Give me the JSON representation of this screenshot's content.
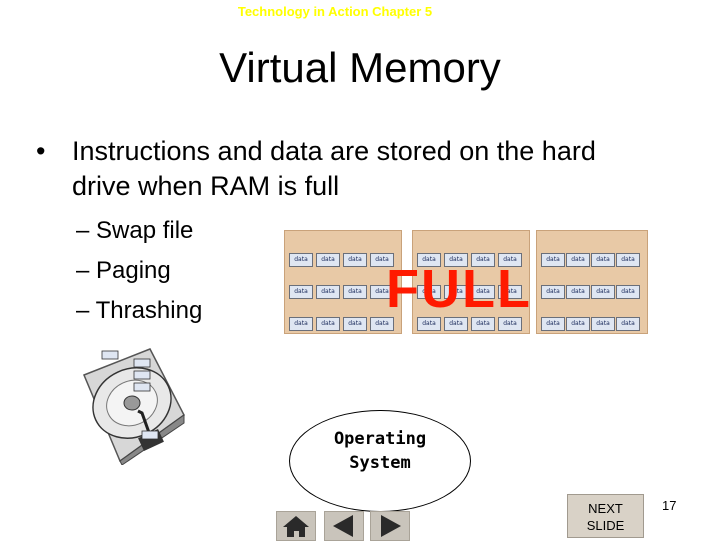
{
  "header": {
    "text": "Technology in Action Chapter 5"
  },
  "title": "Virtual Memory",
  "bullet": {
    "marker": "•",
    "text": "Instructions and data are stored on the hard drive when RAM is full"
  },
  "subitems": [
    "– Swap file",
    "– Paging",
    "– Thrashing"
  ],
  "ram_overlay_text": "FULL",
  "ram_cell_label": "data",
  "os_label": {
    "line1": "Operating",
    "line2": "System"
  },
  "next_button": {
    "line1": "NEXT",
    "line2": "SLIDE"
  },
  "page_number": "17",
  "nav": [
    "home-icon",
    "arrow-left-icon",
    "arrow-right-icon"
  ],
  "colors": {
    "header": "#ffff00",
    "full": "#ff1a00",
    "ram_bank": "#e8c9a6"
  }
}
